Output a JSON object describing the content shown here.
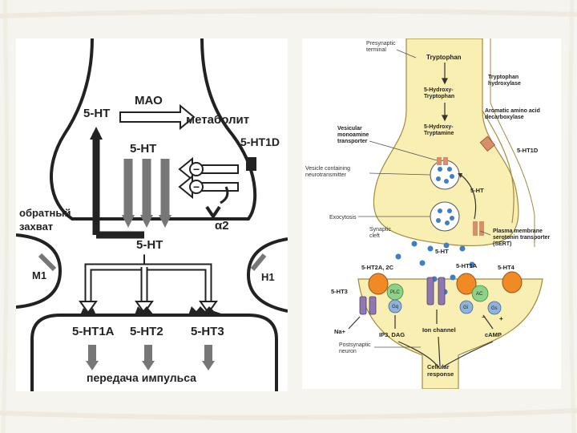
{
  "left_diagram": {
    "mao": "МАО",
    "serotonin_top": "5-HT",
    "metabolite": "метаболит",
    "receptor_1d": "5-HT1D",
    "serotonin_mid": "5-HT",
    "minus_1": "−",
    "minus_2": "−",
    "reuptake": "обратный\nзахват",
    "alpha2": "α2",
    "serotonin_cleft": "5-HT",
    "m1": "M1",
    "h1": "H1",
    "receptor_1a": "5-HT1A",
    "receptor_2": "5-HT2",
    "receptor_3": "5-HT3",
    "impulse": "передача импульса"
  },
  "right_diagram": {
    "presynaptic": "Presynaptic\nterminal",
    "tryptophan": "Tryptophan",
    "tryptophan_hydroxylase": "Tryptophan\nhydroxylase",
    "hydroxy_tryptophan": "5-Hydroxy-\nTryptophan",
    "aromatic": "Aromatic amino acid\ndecarboxylase",
    "hydroxy_tryptamine": "5-Hydroxy-\nTryptamine",
    "vmat": "Vesicular\nmonoamine\ntransporter",
    "receptor_1d": "5-HT1D",
    "vesicle": "Vesicle containing\nneurotransmitter",
    "serotonin": "5-HT",
    "exocytosis": "Exocytosis",
    "sert": "Plasma membrane\nserotonin transporter\n(SERT)",
    "synaptic_cleft": "Synaptic\ncleft",
    "serotonin_cleft": "5-HT",
    "receptor_2a2c": "5-HT2A, 2C",
    "receptor_1a": "5-HT1A",
    "receptor_4": "5-HT4",
    "receptor_3": "5-HT3",
    "plc": "PLC",
    "gq": "Gq",
    "ac": "AC",
    "gi": "Gi",
    "gs": "Gs",
    "na": "Na+",
    "ip3": "IP3, DAG",
    "ion_channel": "Ion channel",
    "camp": "cAMP",
    "postsynaptic": "Postsynaptic\nneuron",
    "cellular_response": "Cellular\nresponse",
    "minus": "−",
    "plus": "+"
  },
  "colors": {
    "page": "#f6f4ef",
    "panel": "#ffffff",
    "ink": "#222222",
    "cream": "#f9efb2",
    "receptor_orange": "#f08a24",
    "green": "#8fd18a",
    "blue": "#8fb3d9",
    "vesicle_blue": "#3d7ec4",
    "purple": "#8e7ab0",
    "sert": "#d98e6a"
  }
}
